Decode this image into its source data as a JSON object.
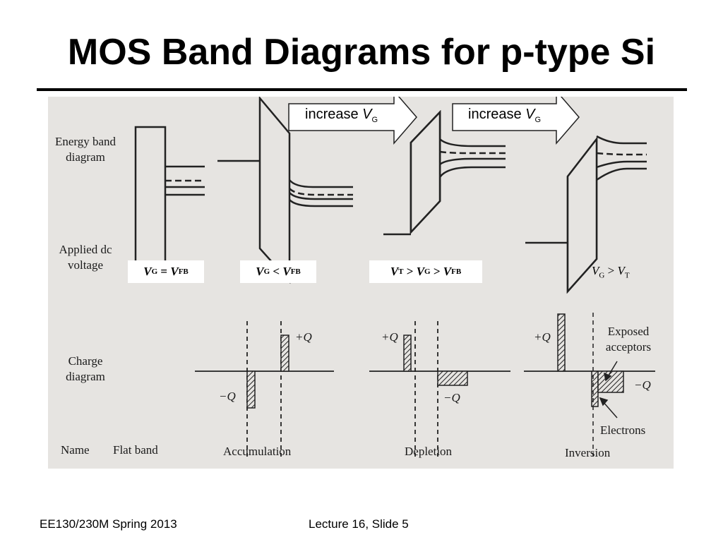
{
  "slide": {
    "title": "MOS Band Diagrams for p-type Si",
    "footer_left": "EE130/230M Spring 2013",
    "footer_center": "Lecture 16, Slide 5"
  },
  "arrows": [
    {
      "text": "increase ",
      "var": "V",
      "sub": "G"
    },
    {
      "text": "increase ",
      "var": "V",
      "sub": "G"
    }
  ],
  "rows": {
    "energy_band": "Energy band diagram",
    "applied_dc": "Applied dc voltage",
    "charge": "Charge diagram",
    "name": "Name"
  },
  "conditions": {
    "flat_band": {
      "a": "V",
      "a_sub": "G",
      "op": " = ",
      "b": "V",
      "b_sub": "FB"
    },
    "accumulation": {
      "a": "V",
      "a_sub": "G",
      "op": " < ",
      "b": "V",
      "b_sub": "FB"
    },
    "depletion": {
      "a": "V",
      "a_sub": "T",
      "op1": " > ",
      "b": "V",
      "b_sub": "G",
      "op2": " > ",
      "c": "V",
      "c_sub": "FB"
    },
    "inversion": {
      "a": "V",
      "a_sub": "G",
      "op": " > ",
      "b": "V",
      "b_sub": "T"
    }
  },
  "charge_labels": {
    "plus_q": "+Q",
    "minus_q": "−Q",
    "exposed_acceptors": "Exposed acceptors",
    "electrons": "Electrons"
  },
  "names": [
    "Flat band",
    "Accumulation",
    "Depletion",
    "Inversion"
  ]
}
